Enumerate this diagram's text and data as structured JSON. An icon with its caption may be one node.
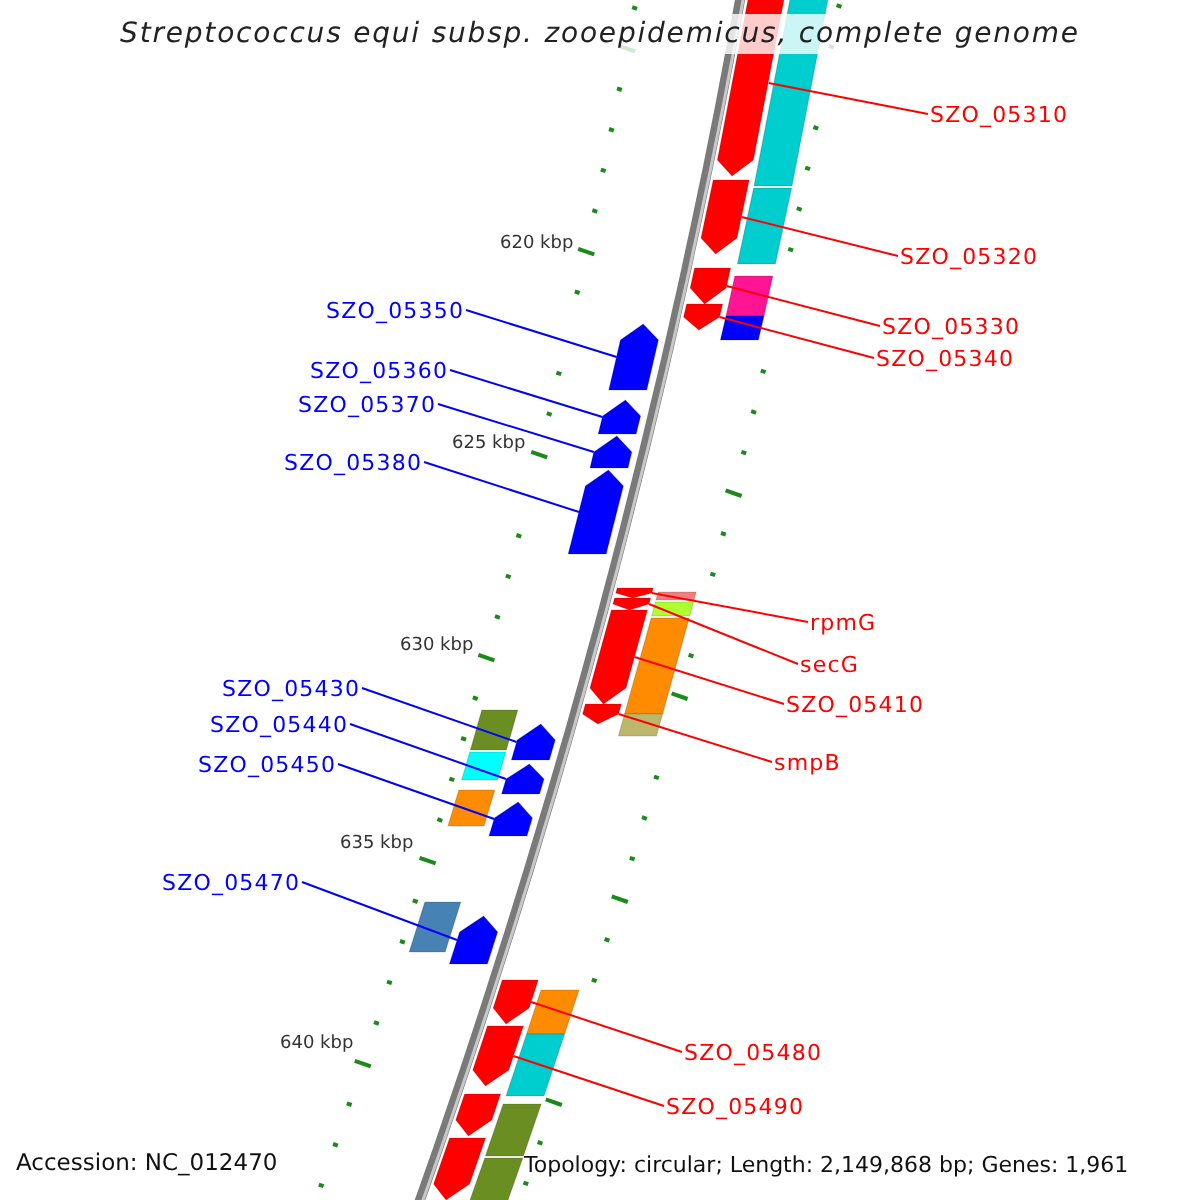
{
  "diagram": {
    "title": "Streptococcus equi subsp. zooepidemicus, complete genome",
    "nodes": [
      {
        "text": [
          "SZO_05310"
        ]
      },
      {
        "text": [
          "SZO_05320"
        ]
      },
      {
        "text": [
          "SZO_05330"
        ]
      },
      {
        "text": [
          "SZO_05340"
        ]
      },
      {
        "text": [
          "SZO_05350"
        ]
      },
      {
        "text": [
          "SZO_05360"
        ]
      },
      {
        "text": [
          "SZO_05370"
        ]
      },
      {
        "text": [
          "SZO_05380"
        ]
      },
      {
        "text": [
          "rpmG"
        ]
      },
      {
        "text": [
          "secG"
        ]
      },
      {
        "text": [
          "SZO_05410"
        ]
      },
      {
        "text": [
          "smpB"
        ]
      },
      {
        "text": [
          "SZO_05430"
        ]
      },
      {
        "text": [
          "SZO_05440"
        ]
      },
      {
        "text": [
          "SZO_05450"
        ]
      },
      {
        "text": [
          "SZO_05470"
        ]
      },
      {
        "text": [
          "SZO_05480"
        ]
      },
      {
        "text": [
          "SZO_05490"
        ]
      },
      {
        "text": [],
        "shape": "arrow"
      },
      {
        "text": [],
        "shape": "bar"
      },
      {
        "text": [],
        "shape": "arrow"
      },
      {
        "text": [],
        "shape": "bar"
      },
      {
        "text": [],
        "shape": "arrow"
      },
      {
        "text": [],
        "shape": "bar"
      },
      {
        "text": [],
        "shape": "arrow"
      },
      {
        "text": [],
        "shape": "bar"
      },
      {
        "text": [],
        "shape": "arrow"
      },
      {
        "text": [],
        "shape": "arrow"
      },
      {
        "text": [],
        "shape": "arrow"
      },
      {
        "text": [],
        "shape": "arrow"
      },
      {
        "text": [],
        "shape": "arrow"
      },
      {
        "text": [],
        "shape": "bar"
      },
      {
        "text": [],
        "shape": "arrow"
      },
      {
        "text": [],
        "shape": "bar"
      },
      {
        "text": [],
        "shape": "arrow"
      },
      {
        "text": [],
        "shape": "bar"
      },
      {
        "text": [],
        "shape": "arrow"
      },
      {
        "text": [],
        "shape": "bar"
      },
      {
        "text": [],
        "shape": "bar"
      },
      {
        "text": [],
        "shape": "arrow"
      },
      {
        "text": [],
        "shape": "bar"
      },
      {
        "text": [],
        "shape": "arrow"
      },
      {
        "text": [],
        "shape": "bar"
      },
      {
        "text": [],
        "shape": "arrow"
      },
      {
        "text": [],
        "shape": "bar"
      },
      {
        "text": [],
        "shape": "arrow"
      },
      {
        "text": [],
        "shape": "arrow"
      },
      {
        "text": [],
        "shape": "bar"
      },
      {
        "text": [],
        "shape": "arrow"
      },
      {
        "text": [],
        "shape": "bar"
      },
      {
        "text": [],
        "shape": "arrow"
      },
      {
        "text": [],
        "shape": "bar"
      },
      {
        "text": [],
        "shape": "arrow"
      },
      {
        "text": [],
        "shape": "bar"
      }
    ],
    "edges": [
      {
        "from": 0,
        "to": 18,
        "arrow": "none"
      },
      {
        "from": 1,
        "to": 20,
        "arrow": "none"
      },
      {
        "from": 2,
        "to": 22,
        "arrow": "none"
      },
      {
        "from": 3,
        "to": 24,
        "arrow": "none"
      },
      {
        "from": 4,
        "to": 26,
        "arrow": "none",
        "color": "#0000ff"
      },
      {
        "from": 5,
        "to": 27,
        "arrow": "none",
        "color": "#0000ff"
      },
      {
        "from": 6,
        "to": 28,
        "arrow": "none",
        "color": "#0000ff"
      },
      {
        "from": 7,
        "to": 29,
        "arrow": "none",
        "color": "#0000ff"
      },
      {
        "from": 8,
        "to": 30,
        "arrow": "none"
      },
      {
        "from": 9,
        "to": 32,
        "arrow": "none"
      },
      {
        "from": 10,
        "to": 34,
        "arrow": "none"
      },
      {
        "from": 11,
        "to": 36,
        "arrow": "none"
      },
      {
        "from": 12,
        "to": 39,
        "arrow": "none",
        "color": "#0000ff"
      },
      {
        "from": 13,
        "to": 41,
        "arrow": "none",
        "color": "#0000ff"
      },
      {
        "from": 14,
        "to": 43,
        "arrow": "none",
        "color": "#0000ff"
      },
      {
        "from": 15,
        "to": 45,
        "arrow": "none",
        "color": "#0000ff"
      },
      {
        "from": 16,
        "to": 46,
        "arrow": "none"
      },
      {
        "from": 17,
        "to": 48,
        "arrow": "none"
      }
    ],
    "labels": [
      "620 kbp",
      "625 kbp",
      "630 kbp",
      "635 kbp",
      "640 kbp",
      "Accession: NC_012470",
      "Topology: circular; Length: 2,149,868 bp; Genes: 1,961"
    ]
  }
}
